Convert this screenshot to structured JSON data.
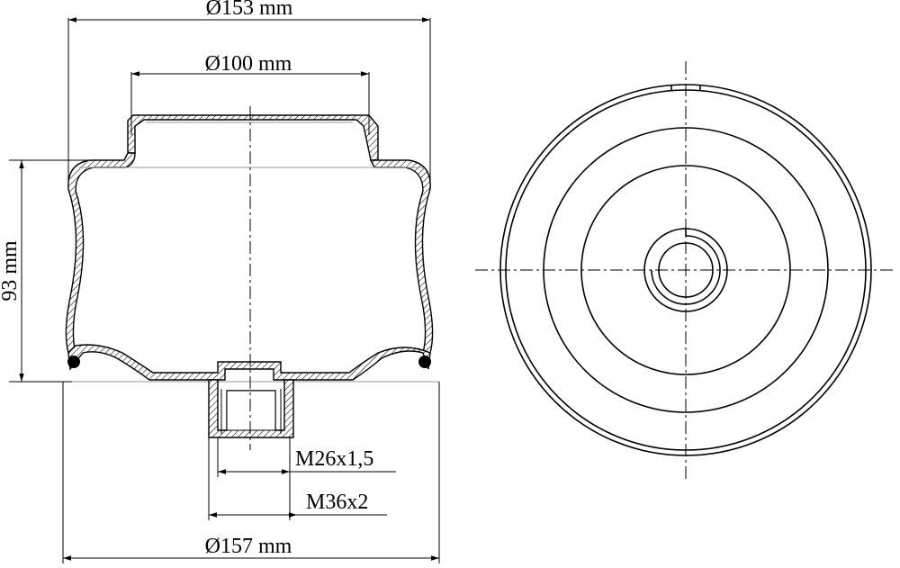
{
  "drawing": {
    "dimensions": {
      "top_outer_diameter": "Ø153 mm",
      "top_inner_diameter": "Ø100 mm",
      "height": "93 mm",
      "thread_inner": "M26x1,5",
      "thread_outer": "M36x2",
      "bottom_diameter": "Ø157 mm"
    },
    "colors": {
      "line": "#000000",
      "background": "#ffffff"
    }
  }
}
